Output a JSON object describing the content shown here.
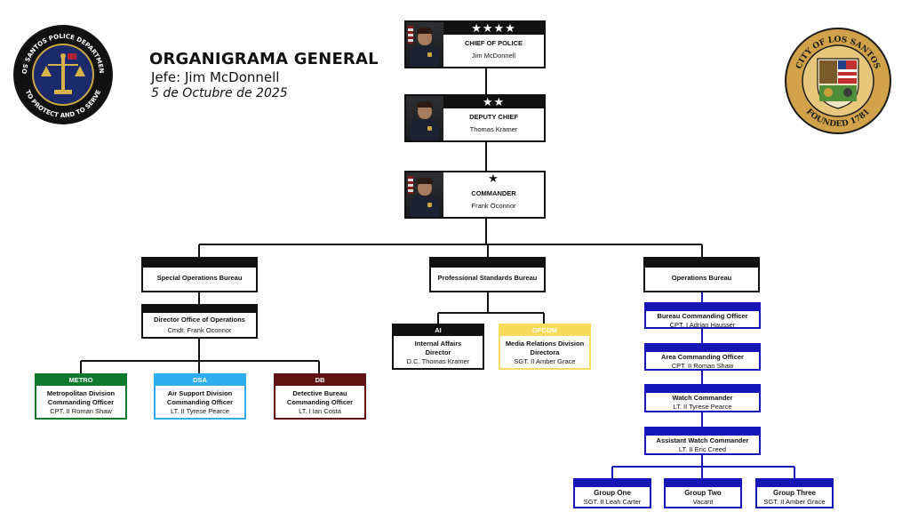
{
  "header": {
    "title": "ORGANIGRAMA GENERAL",
    "jefe": "Jefe: Jim McDonnell",
    "date": "5 de Octubre de 2025"
  },
  "seals": {
    "left": {
      "top_text": "LOS SANTOS POLICE DEPARTMENT",
      "bottom_text": "TO PROTECT AND TO SERVE"
    },
    "right": {
      "top_text": "CITY OF LOS SANTOS",
      "bottom_text": "FOUNDED 1781"
    }
  },
  "chain": [
    {
      "stars": "★★★★",
      "role": "CHIEF OF POLICE",
      "name": "Jim McDonnell"
    },
    {
      "stars": "★★",
      "role": "DEPUTY CHIEF",
      "name": "Thomas Kramer"
    },
    {
      "stars": "★",
      "role": "COMMANDER",
      "name": "Frank Oconnor"
    }
  ],
  "bureaus": {
    "special": "Special Operations Bureau",
    "professional": "Professional Standards Bureau",
    "operations": "Operations Bureau"
  },
  "director": {
    "title": "Director Office of Operations",
    "name": "Cmdt. Frank Oconnor"
  },
  "divisions": [
    {
      "abbr": "METRO",
      "title1": "Metropolitan Division",
      "title2": "Commanding Officer",
      "name": "CPT. II Roman Shaw",
      "color": "#0e7a2e"
    },
    {
      "abbr": "DSA",
      "title1": "Air Support Division",
      "title2": "Commanding Officer",
      "name": "LT. II  Tyrese Pearce",
      "color": "#2eaef0"
    },
    {
      "abbr": "DB",
      "title1": "Detective Bureau",
      "title2": "Commanding Officer",
      "name": "LT. I  Ian Costa",
      "color": "#5e1212"
    }
  ],
  "standards": [
    {
      "abbr": "AI",
      "title1": "Internal Affairs",
      "title2": "Director",
      "name": "D.C. Thomas Kramer",
      "color": "#111111"
    },
    {
      "abbr": "OFCOM",
      "title1": "Media Relations Division",
      "title2": "Directora",
      "name": "SGT. II Amber Grace",
      "color": "#f7dc5c"
    }
  ],
  "operations_chain": [
    {
      "title": "Bureau Commanding Officer",
      "name": "CPT. I Adrian Hausser"
    },
    {
      "title": "Area Commanding Officer",
      "name": "CPT. II Roman Shaw"
    },
    {
      "title": "Watch Commander",
      "name": "LT. II Tyrese Pearce"
    },
    {
      "title": "Assistant Watch Commander",
      "name": "LT. II Eric Creed"
    }
  ],
  "groups": [
    {
      "title": "Group One",
      "name": "SGT. II Leah Carter"
    },
    {
      "title": "Group Two",
      "name": "Vacant"
    },
    {
      "title": "Group Three",
      "name": "SGT. II Amber Grace"
    }
  ],
  "colors": {
    "ops_blue": "#1515b8",
    "black": "#111111"
  }
}
